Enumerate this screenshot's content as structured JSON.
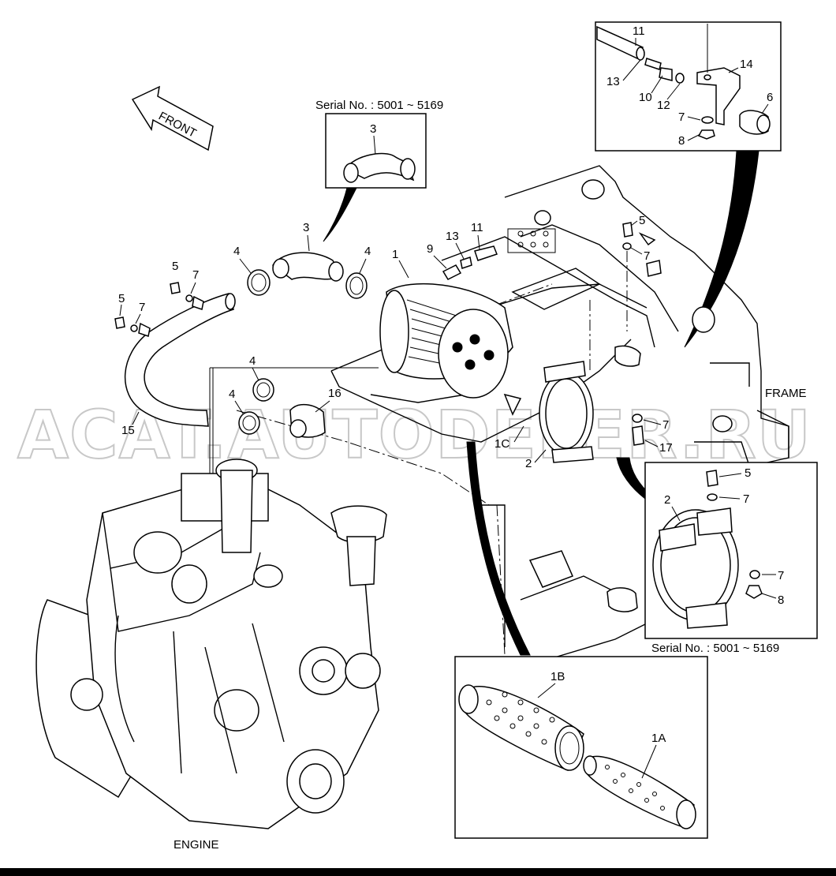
{
  "watermark": "ACAT.AUTODELER.RU",
  "labels": {
    "front": "FRONT",
    "frame": "FRAME",
    "engine": "ENGINE",
    "serial_top": "Serial No. : 5001 ~ 5169",
    "serial_bottom": "Serial No. : 5001 ~ 5169"
  },
  "callouts": {
    "top_box": {
      "n3": "3"
    },
    "topright_box": {
      "n11": "11",
      "n13": "13",
      "n10": "10",
      "n12": "12",
      "n14": "14",
      "n6": "6",
      "n7": "7",
      "n8": "8"
    },
    "main": {
      "n3": "3",
      "n4a": "4",
      "n4b": "4",
      "n1": "1",
      "n9": "9",
      "n13": "13",
      "n11": "11",
      "n5a": "5",
      "n7a": "7",
      "n5b": "5",
      "n7b": "7",
      "n5c": "5",
      "n7c": "7",
      "n4c": "4",
      "n4d": "4",
      "n16": "16",
      "n15": "15",
      "n1c": "1C",
      "n2": "2",
      "n7d": "7",
      "n17": "17"
    },
    "clamp_box": {
      "n5": "5",
      "n7a": "7",
      "n2": "2",
      "n7b": "7",
      "n8": "8"
    },
    "filter_box": {
      "n1b": "1B",
      "n1a": "1A"
    }
  }
}
